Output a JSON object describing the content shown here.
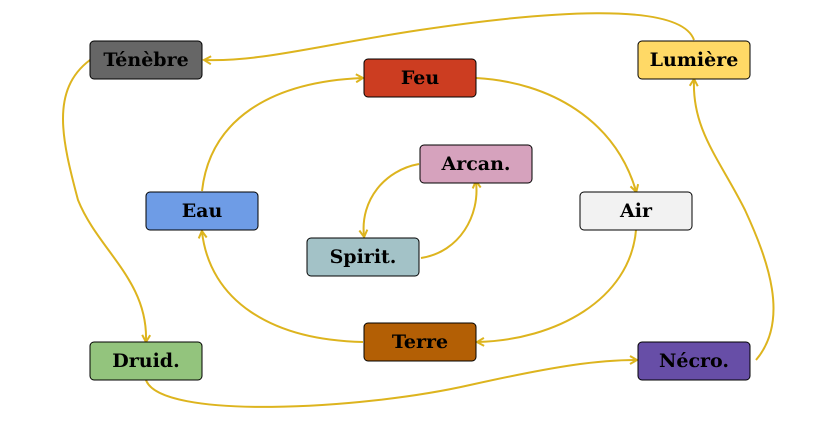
{
  "colors": {
    "edge": "#DDB41E",
    "border": "#000000"
  },
  "nodes": {
    "tenebre": {
      "label": "Ténèbre",
      "fill": "#666666"
    },
    "lumiere": {
      "label": "Lumière",
      "fill": "#FFD966"
    },
    "feu": {
      "label": "Feu",
      "fill": "#CC3D21"
    },
    "arcan": {
      "label": "Arcan.",
      "fill": "#D6A2BD"
    },
    "eau": {
      "label": "Eau",
      "fill": "#6E9CE6"
    },
    "air": {
      "label": "Air",
      "fill": "#F2F2F2"
    },
    "spirit": {
      "label": "Spirit.",
      "fill": "#A3C2C7"
    },
    "terre": {
      "label": "Terre",
      "fill": "#B35F05"
    },
    "druid": {
      "label": "Druid.",
      "fill": "#93C47D"
    },
    "necro": {
      "label": "Nécro.",
      "fill": "#674EA7"
    }
  },
  "edges": [
    {
      "from": "lumiere",
      "to": "tenebre"
    },
    {
      "from": "tenebre",
      "to": "druid"
    },
    {
      "from": "druid",
      "to": "necro"
    },
    {
      "from": "necro",
      "to": "lumiere"
    },
    {
      "from": "eau",
      "to": "feu"
    },
    {
      "from": "feu",
      "to": "air"
    },
    {
      "from": "air",
      "to": "terre"
    },
    {
      "from": "terre",
      "to": "eau"
    },
    {
      "from": "arcan",
      "to": "spirit"
    },
    {
      "from": "spirit",
      "to": "arcan"
    }
  ]
}
